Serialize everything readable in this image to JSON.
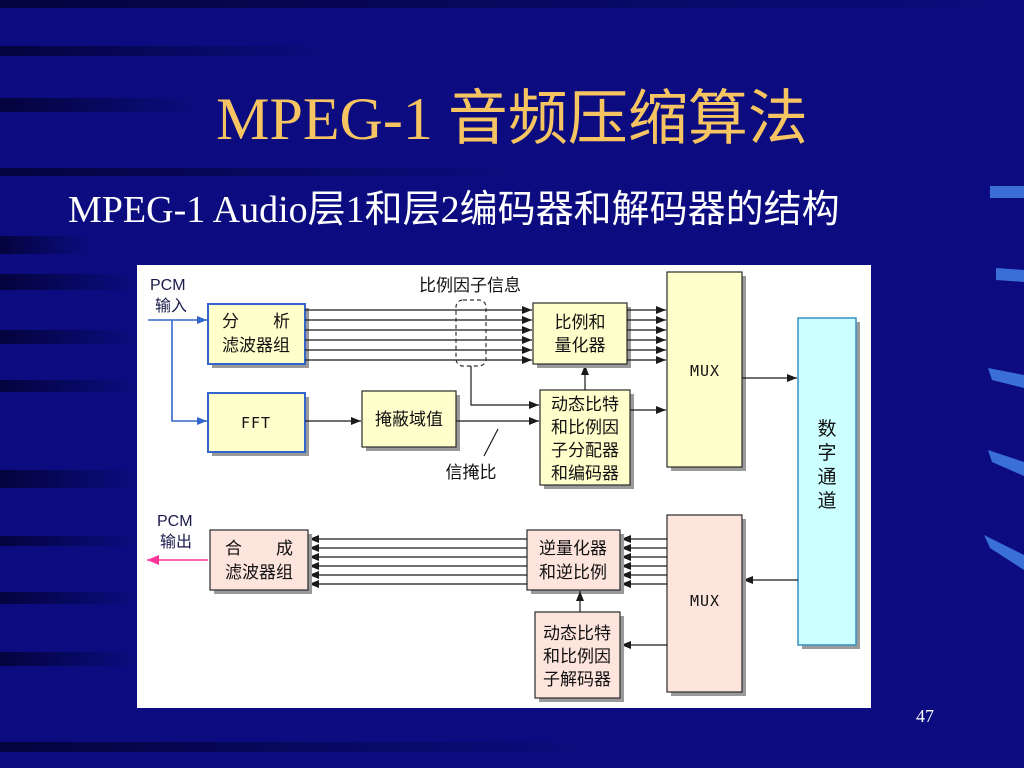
{
  "slide": {
    "title": "MPEG-1 音频压缩算法",
    "subtitle": "MPEG-1 Audio层1和层2编码器和解码器的结构",
    "page_number": "47"
  },
  "diagram": {
    "encoder": {
      "pcm_input": [
        "PCM",
        "输入"
      ],
      "analysis_filterbank": [
        "分　　析",
        "滤波器组"
      ],
      "fft": "FFT",
      "scale_factor_info": "比例因子信息",
      "scaler_quantizer": [
        "比例和",
        "量化器"
      ],
      "masking_threshold": "掩蔽域值",
      "smr": "信掩比",
      "bit_allocator": [
        "动态比特",
        "和比例因",
        "子分配器",
        "和编码器"
      ],
      "mux": "MUX"
    },
    "channel": [
      "数",
      "字",
      "通",
      "道"
    ],
    "decoder": {
      "pcm_output": [
        "PCM",
        "输出"
      ],
      "synthesis_filterbank": [
        "合　　成",
        "滤波器组"
      ],
      "dequantizer": [
        "逆量化器",
        "和逆比例"
      ],
      "bit_decoder": [
        "动态比特",
        "和比例因",
        "子解码器"
      ],
      "demux": "MUX"
    }
  },
  "colors": {
    "background": "#0c0c80",
    "title": "#f6c461",
    "text": "#ffffff",
    "encoder_fill": "#ffffcc",
    "decoder_fill": "#fde4dc",
    "channel_fill": "#ccffff",
    "input_arrow": "#3366cc",
    "output_arrow": "#ff3399",
    "accent_tab": "#3a6fd8"
  }
}
